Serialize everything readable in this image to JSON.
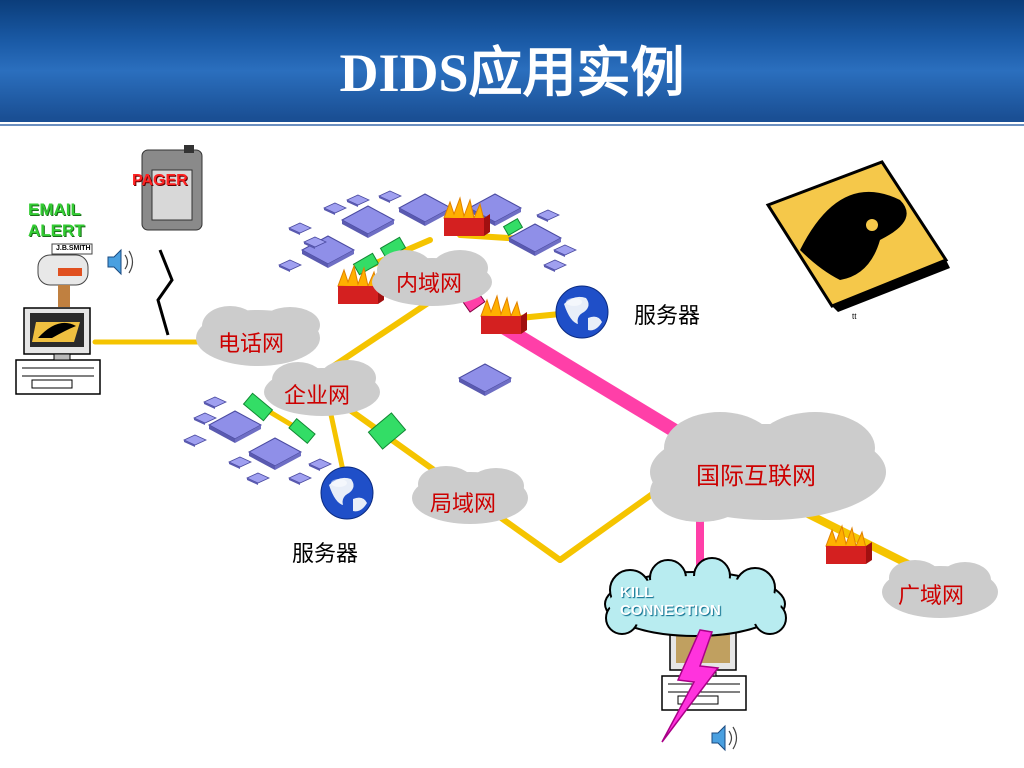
{
  "title": "DIDS应用实例",
  "networks": {
    "intranet": "内域网",
    "phone": "电话网",
    "enterprise": "企业网",
    "lan": "局域网",
    "internet": "国际互联网",
    "wan": "广域网"
  },
  "servers": {
    "top": "服务器",
    "bottom": "服务器"
  },
  "alerts": {
    "email_line1": "EMAIL",
    "email_line2": "ALERT",
    "pager": "PAGER",
    "kill_line1": "KILL",
    "kill_line2": "CONNECTION",
    "mailbox_name": "J.B.SMITH",
    "logo_mark": "tt"
  },
  "colors": {
    "cable": "#f5c400",
    "attack": "#ff3fa8",
    "firewall": "#d42020",
    "flame": "#ffb000",
    "node": "#8f8fe8",
    "cloud": "#cccccc",
    "kill_cloud": "#b8ecf0"
  },
  "icons": [
    "speaker-icon",
    "globe-icon",
    "panther-logo-icon",
    "lightning-icon",
    "pager-icon",
    "mailbox-icon",
    "computer-icon",
    "firewall-icon"
  ]
}
